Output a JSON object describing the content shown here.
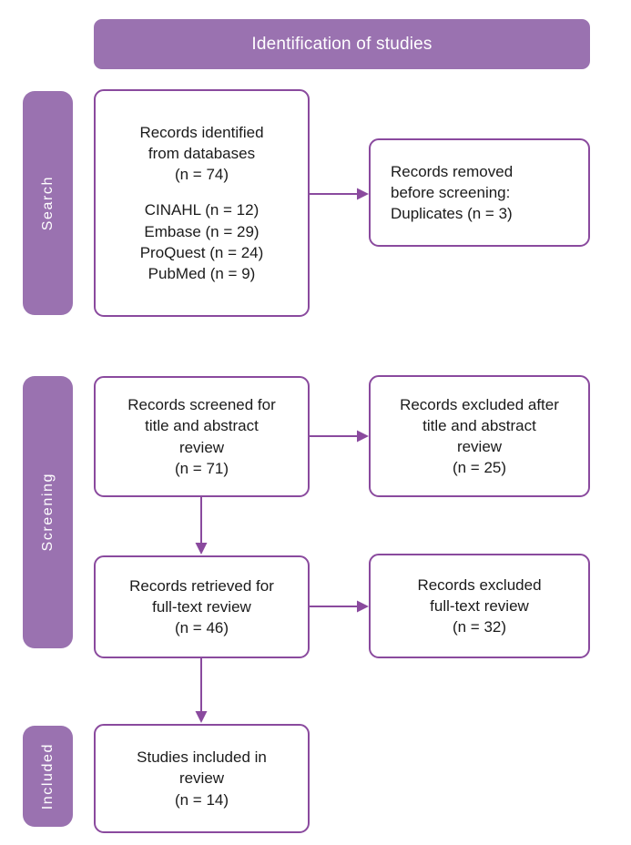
{
  "diagram": {
    "title": "PRISMA flow diagram",
    "colors": {
      "purple_fill": "#9a72b0",
      "purple_border": "#8a4a9e",
      "box_fill": "#ffffff",
      "text": "#1b1b1b",
      "banner_text": "#ffffff"
    }
  },
  "banner": {
    "label": "Identification of studies"
  },
  "side_labels": {
    "search": "Search",
    "screening": "Screening",
    "included": "Included"
  },
  "nodes": {
    "records_identified": {
      "lines": [
        "Records identified",
        "from databases",
        "(n = 74)",
        "",
        "CINAHL (n = 12)",
        "Embase (n = 29)",
        "ProQuest (n = 24)",
        "PubMed (n = 9)"
      ],
      "line1": "Records identified",
      "line2": "from databases",
      "line3": "(n = 74)",
      "line4": "CINAHL (n = 12)",
      "line5": "Embase (n = 29)",
      "line6": "ProQuest (n = 24)",
      "line7": "PubMed (n = 9)",
      "count": 74,
      "sources": [
        {
          "name": "CINAHL",
          "count": 12
        },
        {
          "name": "Embase",
          "count": 29
        },
        {
          "name": "ProQuest",
          "count": 24
        },
        {
          "name": "PubMed",
          "count": 9
        }
      ]
    },
    "records_removed": {
      "line1": "Records removed",
      "line2": "before screening:",
      "line3": "Duplicates (n = 3)",
      "count": 3
    },
    "records_screened": {
      "line1": "Records screened for",
      "line2": "title and abstract",
      "line3": "review",
      "line4": "(n = 71)",
      "count": 71
    },
    "records_excluded_ta": {
      "line1": "Records excluded after",
      "line2": "title and abstract",
      "line3": "review",
      "line4": "(n = 25)",
      "count": 25
    },
    "records_retrieved": {
      "line1": "Records retrieved for",
      "line2": "full-text review",
      "line3": "(n = 46)",
      "count": 46
    },
    "records_excluded_ft": {
      "line1": "Records excluded",
      "line2": "full-text review",
      "line3": "(n = 32)",
      "count": 32
    },
    "studies_included": {
      "line1": "Studies included in",
      "line2": "review",
      "line3": "(n = 14)",
      "count": 14
    }
  },
  "chart_data": {
    "type": "diagram",
    "title": "Identification of studies",
    "stages": [
      {
        "stage": "Search",
        "nodes": [
          {
            "id": "records_identified",
            "label": "Records identified from databases",
            "n": 74,
            "breakdown": {
              "CINAHL": 12,
              "Embase": 29,
              "ProQuest": 24,
              "PubMed": 9
            }
          },
          {
            "id": "records_removed",
            "label": "Records removed before screening: Duplicates",
            "n": 3
          }
        ]
      },
      {
        "stage": "Screening",
        "nodes": [
          {
            "id": "records_screened",
            "label": "Records screened for title and abstract review",
            "n": 71
          },
          {
            "id": "records_excluded_ta",
            "label": "Records excluded after title and abstract review",
            "n": 25
          },
          {
            "id": "records_retrieved",
            "label": "Records retrieved for full-text review",
            "n": 46
          },
          {
            "id": "records_excluded_ft",
            "label": "Records excluded full-text review",
            "n": 32
          }
        ]
      },
      {
        "stage": "Included",
        "nodes": [
          {
            "id": "studies_included",
            "label": "Studies included in review",
            "n": 14
          }
        ]
      }
    ],
    "edges": [
      {
        "from": "records_identified",
        "to": "records_removed",
        "direction": "right"
      },
      {
        "from": "records_screened",
        "to": "records_excluded_ta",
        "direction": "right"
      },
      {
        "from": "records_screened",
        "to": "records_retrieved",
        "direction": "down"
      },
      {
        "from": "records_retrieved",
        "to": "records_excluded_ft",
        "direction": "right"
      },
      {
        "from": "records_retrieved",
        "to": "studies_included",
        "direction": "down"
      }
    ]
  }
}
